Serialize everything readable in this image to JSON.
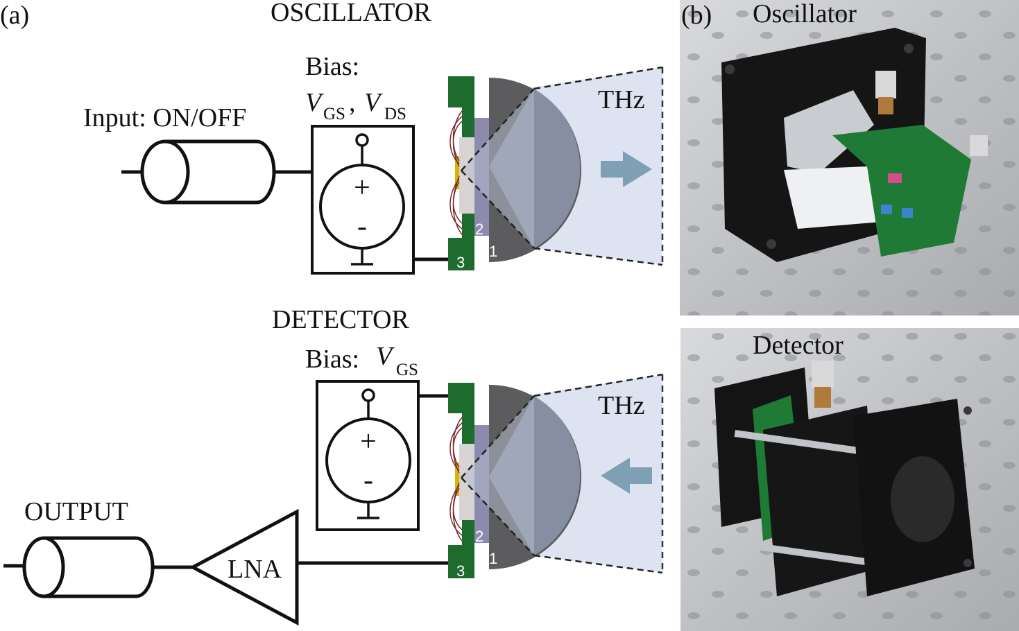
{
  "panel_a": {
    "label": "(a)",
    "oscillator": {
      "title": "OSCILLATOR",
      "input_label": "Input: ON/OFF",
      "bias_title": "Bias:",
      "bias_v1": "V",
      "bias_v1_sub": "GS",
      "bias_sep": ",",
      "bias_v2": "V",
      "bias_v2_sub": "DS",
      "source_plus": "+",
      "source_minus": "-",
      "beam_label": "THz",
      "pad_1": "1",
      "pad_2": "2",
      "pad_3": "3"
    },
    "detector": {
      "title": "DETECTOR",
      "bias_title": "Bias:",
      "bias_v1": "V",
      "bias_v1_sub": "GS",
      "source_plus": "+",
      "source_minus": "-",
      "beam_label": "THz",
      "amp_label": "LNA",
      "output_label": "OUTPUT",
      "pad_1": "1",
      "pad_2": "2",
      "pad_3": "3"
    }
  },
  "panel_b": {
    "label": "(b)",
    "photo_top_caption": "Oscillator",
    "photo_bottom_caption": "Detector"
  },
  "colors": {
    "pcb_green": "#1e6b2e",
    "lens_dark": "#5c5c5e",
    "lens_overlay": "#8d97ad",
    "beam_fill": "#dde3f0",
    "arrow": "#7f9fb5",
    "chip": "#d8d4d4",
    "chip_gold": "#d8b400",
    "wirebond": "#7a2a2a"
  }
}
